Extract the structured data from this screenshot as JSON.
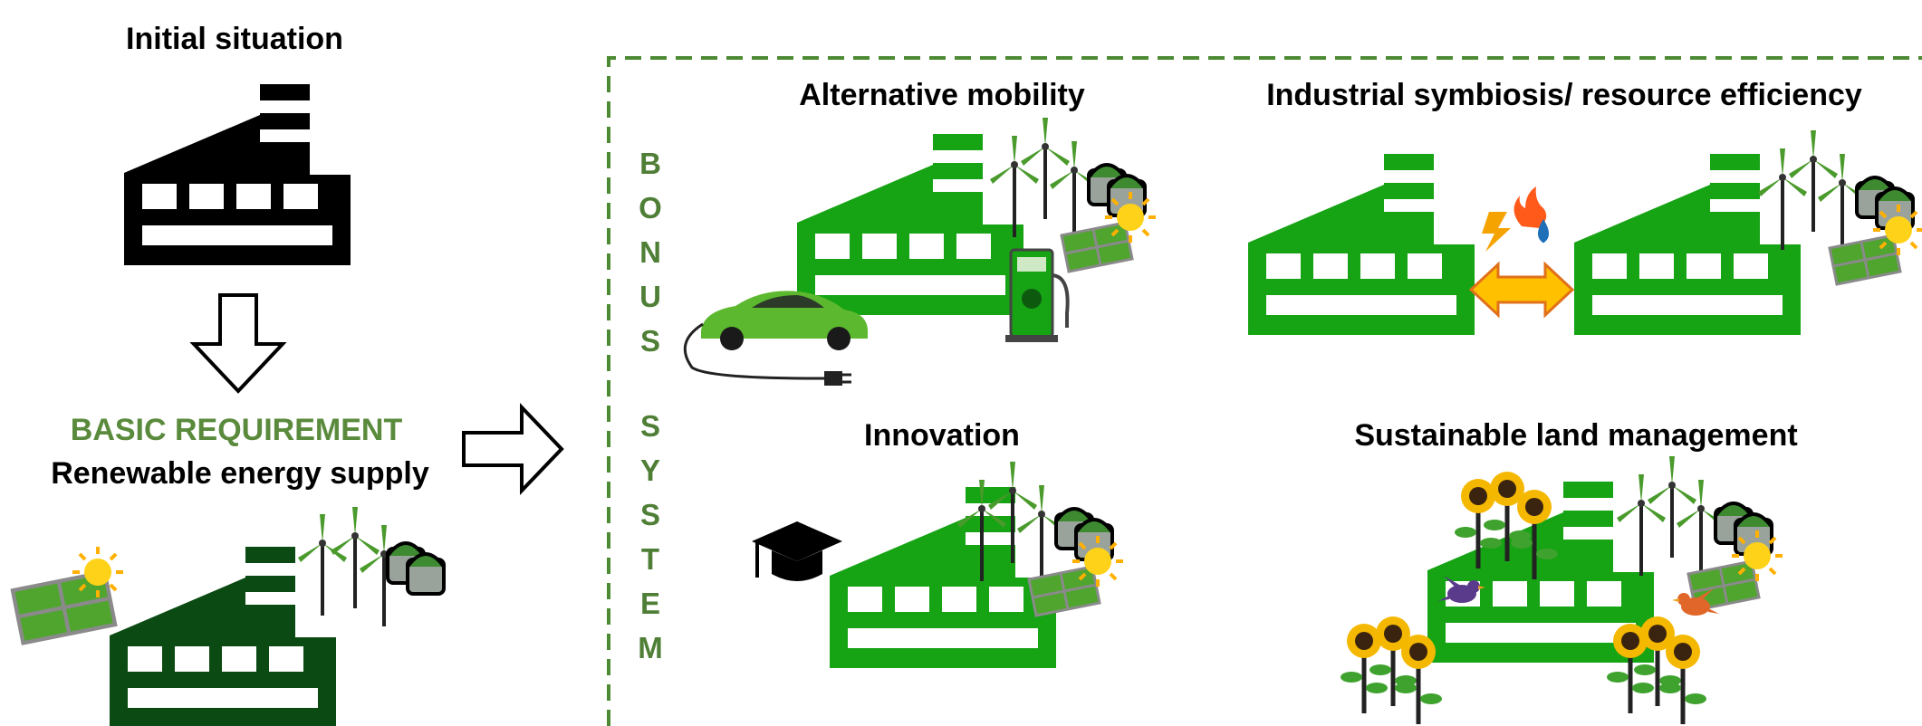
{
  "initial": {
    "title": "Initial situation"
  },
  "basic": {
    "label": "BASIC REQUIREMENT",
    "sublabel": "Renewable energy supply"
  },
  "bonus_letters": [
    "B",
    "O",
    "N",
    "U",
    "S",
    "S",
    "Y",
    "S",
    "T",
    "E",
    "M"
  ],
  "panels": {
    "mobility": "Alternative mobility",
    "symbiosis": "Industrial symbiosis/ resource efficiency",
    "innovation": "Innovation",
    "land": "Sustainable land management"
  },
  "colors": {
    "black_factory": "#000000",
    "basic_factory": "#0b4a12",
    "bonus_factory": "#16a314",
    "basic_text": "#5a8a3c",
    "dash": "#4d8a34",
    "exchange_arrow": "#ffc000"
  },
  "icons": [
    "factory-icon",
    "wind-turbine-icon",
    "biogas-tank-icon",
    "solar-panel-icon",
    "sun-icon",
    "electric-car-icon",
    "charging-station-icon",
    "graduation-cap-icon",
    "sunflower-icon",
    "bird-icon",
    "fire-icon",
    "lightning-icon",
    "water-drop-icon",
    "down-arrow-icon",
    "right-arrow-icon"
  ]
}
